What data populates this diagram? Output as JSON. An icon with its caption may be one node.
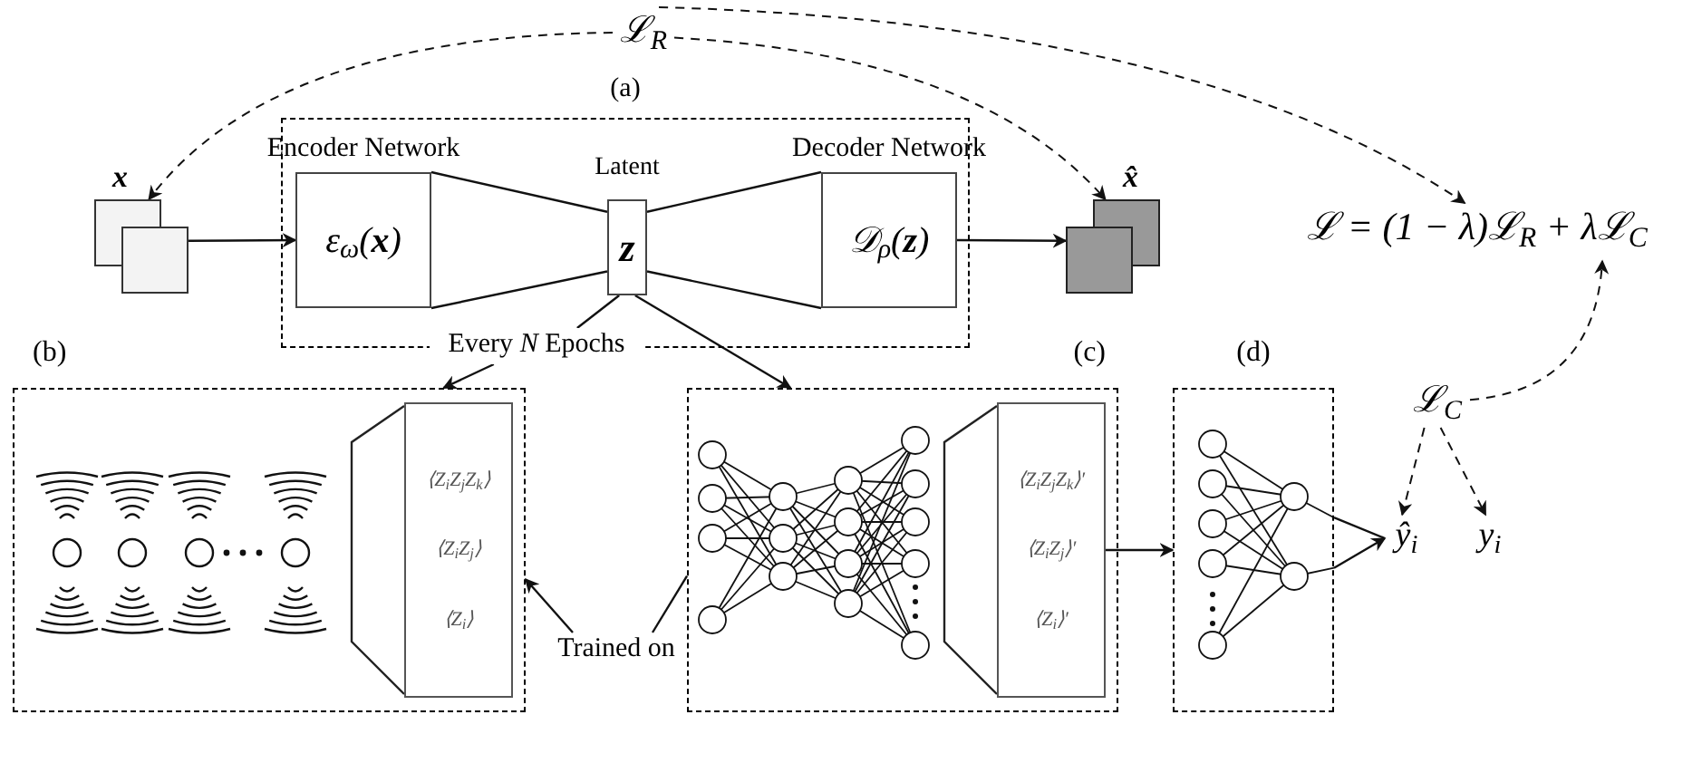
{
  "diagram": {
    "nodes": [
      {
        "text": [
          "ℒ$_{R}$"
        ]
      },
      {
        "text": [
          "(a)"
        ]
      },
      {
        "text": [
          "Encoder Network",
          "ε$_{ω}$(**x**)"
        ],
        "in": 1
      },
      {
        "text": [
          "Latent",
          "z"
        ],
        "in": 1
      },
      {
        "text": [
          "Decoder Network",
          "𝒟$_{ρ}$(**z**)"
        ],
        "in": 1
      },
      {
        "text": [
          "x"
        ]
      },
      {
        "text": [
          "x̂"
        ]
      },
      {
        "text": [
          "Every *N* Epochs"
        ]
      },
      {
        "text": [
          "(b)"
        ]
      },
      {
        "text": [
          "⟨Z$_{i}$Z$_{j}$Z$_{k}$⟩",
          "⟨Z$_{i}$Z$_{j}$⟩",
          "⟨Z$_{i}$⟩"
        ],
        "in": 8
      },
      {
        "text": [
          "Trained on"
        ]
      },
      {
        "text": [
          "(c)"
        ]
      },
      {
        "text": [
          "⟨Z$_{i}$Z$_{j}$Z$_{k}$⟩′",
          "⟨Z$_{i}$Z$_{j}$⟩′",
          "⟨Z$_{i}$⟩′"
        ],
        "in": 11
      },
      {
        "text": [
          "(d)"
        ]
      },
      {
        "text": [
          "ŷ$_{i}$"
        ]
      },
      {
        "text": [
          "y$_{i}$"
        ]
      },
      {
        "text": [
          "ℒ$_{C}$"
        ]
      },
      {
        "text": [
          "ℒ = (1 − λ)ℒ$_{R}$ + λℒ$_{C}$"
        ]
      }
    ],
    "edges": [
      {
        "from": 5,
        "to": 2,
        "arrow": "to"
      },
      {
        "from": 4,
        "to": 6,
        "arrow": "to"
      },
      {
        "from": 0,
        "to": 5,
        "arrow": "to",
        "style": "dashed"
      },
      {
        "from": 0,
        "to": 6,
        "arrow": "to",
        "style": "dashed"
      },
      {
        "from": 0,
        "to": 17,
        "arrow": "to",
        "style": "dashed"
      },
      {
        "from": 3,
        "to": 7,
        "arrow": "none"
      },
      {
        "from": 7,
        "to": 8,
        "arrow": "to"
      },
      {
        "from": 3,
        "to": 11,
        "arrow": "to"
      },
      {
        "from": 10,
        "to": 8,
        "arrow": "to"
      },
      {
        "from": 10,
        "to": 11,
        "arrow": "none"
      },
      {
        "from": 12,
        "to": 13,
        "arrow": "to"
      },
      {
        "from": 13,
        "to": 14,
        "arrow": "to"
      },
      {
        "from": 16,
        "to": 14,
        "arrow": "to",
        "style": "dashed"
      },
      {
        "from": 16,
        "to": 15,
        "arrow": "to",
        "style": "dashed"
      },
      {
        "from": 16,
        "to": 17,
        "arrow": "to",
        "style": "dashed"
      },
      {
        "from": 2,
        "to": 3,
        "arrow": "none"
      },
      {
        "from": 2,
        "to": 3,
        "arrow": "none"
      },
      {
        "from": 3,
        "to": 4,
        "arrow": "none"
      },
      {
        "from": 3,
        "to": 4,
        "arrow": "none"
      }
    ]
  }
}
